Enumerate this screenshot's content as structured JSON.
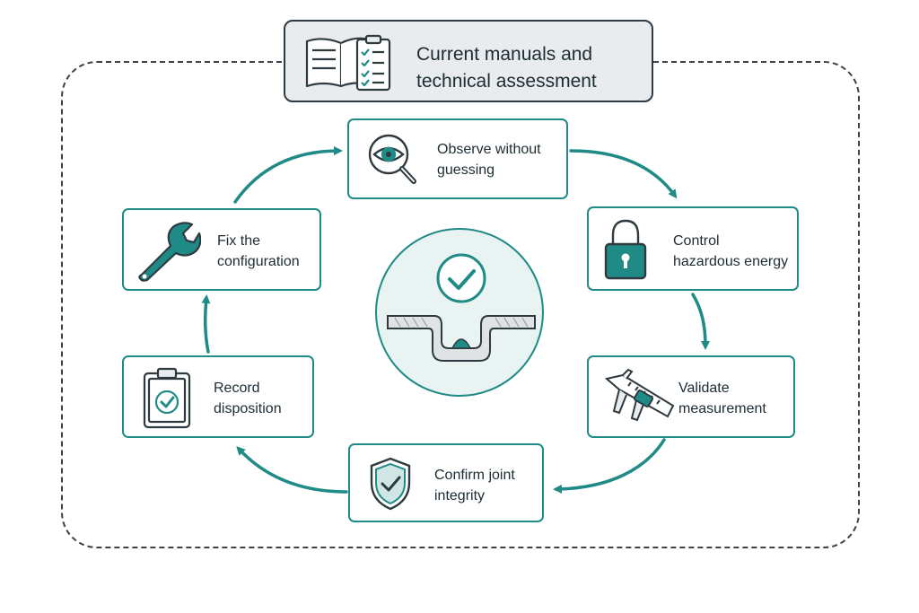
{
  "header": {
    "title_line1": "Current manuals and",
    "title_line2": "technical assessment",
    "icon": "manual-checklist-icon"
  },
  "steps": [
    {
      "line1": "Observe without",
      "line2": "guessing",
      "icon": "magnifier-eye-icon"
    },
    {
      "line1": "Control",
      "line2": "hazardous energy",
      "icon": "padlock-icon"
    },
    {
      "line1": "Validate",
      "line2": "measurement",
      "icon": "caliper-icon"
    },
    {
      "line1": "Confirm joint",
      "line2": "integrity",
      "icon": "shield-check-icon"
    },
    {
      "line1": "Record",
      "line2": "disposition",
      "icon": "clipboard-check-icon"
    },
    {
      "line1": "Fix the",
      "line2": "configuration",
      "icon": "wrench-icon"
    }
  ],
  "center": {
    "icon": "check-joint-icon"
  },
  "colors": {
    "accent": "#1f8a86",
    "dark": "#2f3a40",
    "header_bg": "#e9ecee",
    "center_bg": "#e8f3f2"
  }
}
